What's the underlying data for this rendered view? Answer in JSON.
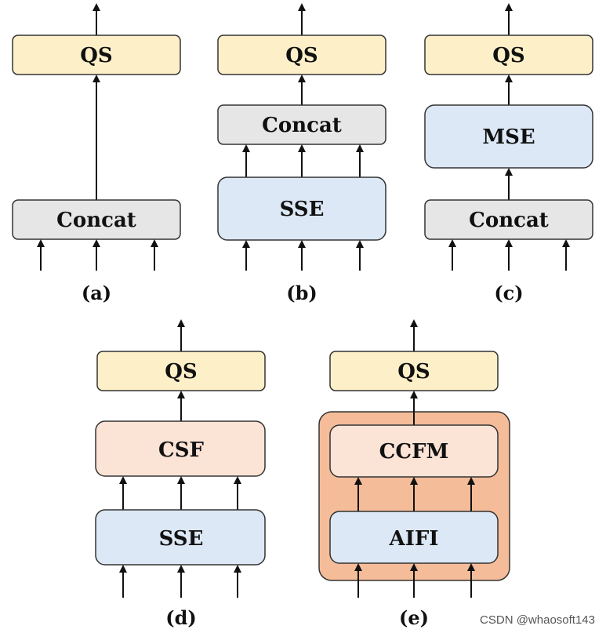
{
  "colors": {
    "qs": "#fdf0c8",
    "concat": "#e6e6e6",
    "sse": "#dce8f5",
    "mse": "#dce8f5",
    "csf": "#fbe3d6",
    "ccfm": "#fbe3d6",
    "aifi": "#dce8f5",
    "encoder_group": "#f4bc98",
    "border": "#333333",
    "arrow": "#111111"
  },
  "panels": {
    "a": {
      "label": "(a)",
      "qs": "QS",
      "concat": "Concat"
    },
    "b": {
      "label": "(b)",
      "qs": "QS",
      "concat": "Concat",
      "sse": "SSE"
    },
    "c": {
      "label": "(c)",
      "qs": "QS",
      "mse": "MSE",
      "concat": "Concat"
    },
    "d": {
      "label": "(d)",
      "qs": "QS",
      "csf": "CSF",
      "sse": "SSE"
    },
    "e": {
      "label": "(e)",
      "qs": "QS",
      "ccfm": "CCFM",
      "aifi": "AIFI"
    }
  },
  "watermark": "CSDN @whaosoft143"
}
